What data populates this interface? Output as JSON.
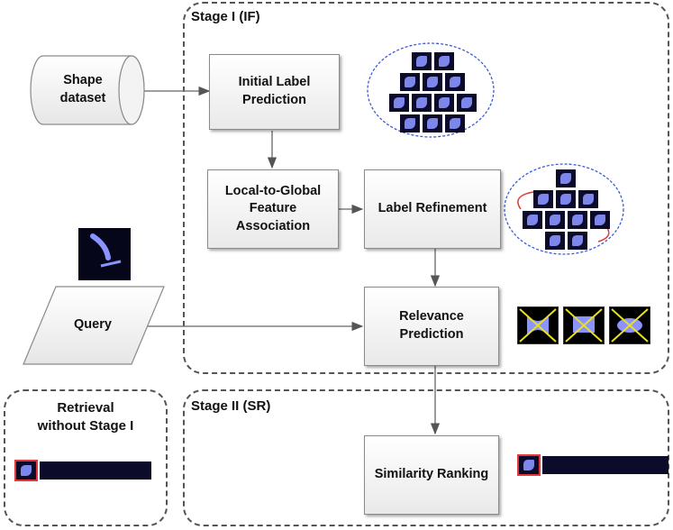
{
  "stages": {
    "stage1_title": "Stage I (IF)",
    "stage2_title": "Stage II (SR)",
    "retrieval_title_line1": "Retrieval",
    "retrieval_title_line2": "without Stage I"
  },
  "nodes": {
    "shape_dataset_line1": "Shape",
    "shape_dataset_line2": "dataset",
    "initial_label_line1": "Initial Label",
    "initial_label_line2": "Prediction",
    "local_global_line1": "Local-to-Global",
    "local_global_line2": "Feature",
    "local_global_line3": "Association",
    "label_refinement": "Label Refinement",
    "relevance_line1": "Relevance",
    "relevance_line2": "Prediction",
    "query": "Query",
    "similarity_ranking": "Similarity Ranking"
  },
  "colors": {
    "stage_border": "#555555",
    "thumb_bg": "#0c0c2a",
    "shape": "#8a93ff",
    "cluster_border": "#3b5bd6",
    "link_red": "#e23a3a",
    "cross_yellow": "#e8e020"
  }
}
